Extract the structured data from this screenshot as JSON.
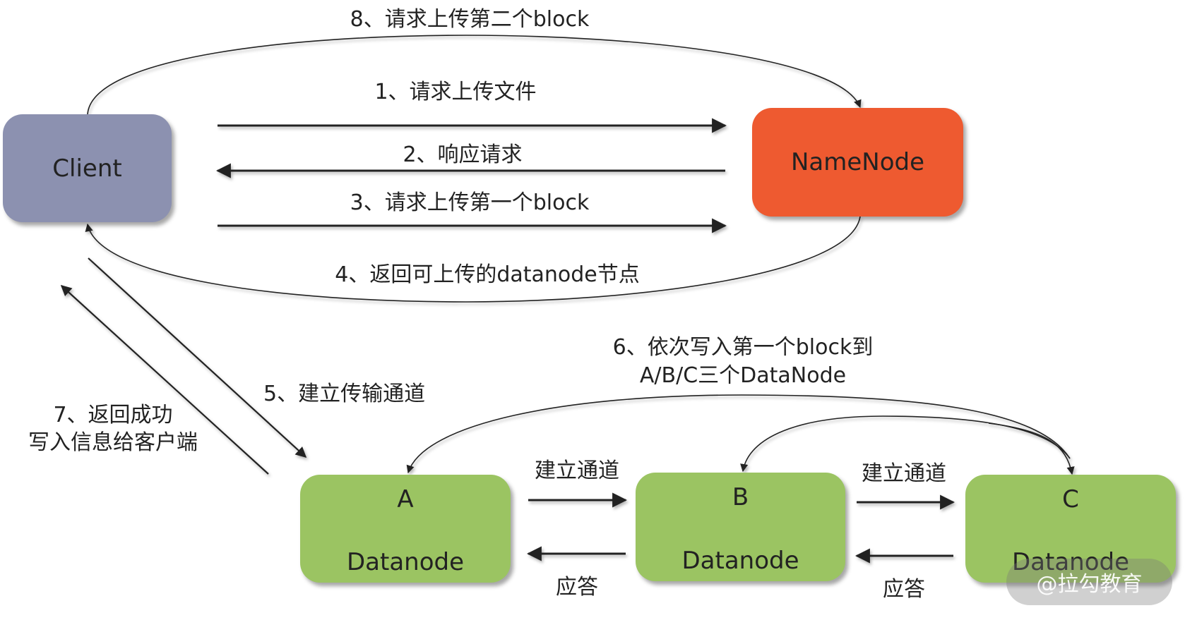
{
  "colors": {
    "client": "#8c91b0",
    "namenode": "#ee5a30",
    "datanode": "#9bc462",
    "edge": "#222222"
  },
  "nodes": {
    "client": {
      "label": "Client"
    },
    "namenode": {
      "label": "NameNode"
    },
    "datanode_a": {
      "letter": "A",
      "label": "Datanode"
    },
    "datanode_b": {
      "letter": "B",
      "label": "Datanode"
    },
    "datanode_c": {
      "letter": "C",
      "label": "Datanode"
    }
  },
  "edges": {
    "step1": {
      "label": "1、请求上传文件",
      "from": "client",
      "to": "namenode"
    },
    "step2": {
      "label": "2、响应请求",
      "from": "namenode",
      "to": "client"
    },
    "step3": {
      "label": "3、请求上传第一个block",
      "from": "client",
      "to": "namenode"
    },
    "step4": {
      "label": "4、返回可上传的datanode节点",
      "from": "namenode",
      "to": "client"
    },
    "step5": {
      "label": "5、建立传输通道",
      "from": "client",
      "to": "datanode_a"
    },
    "step6": {
      "label_line1": "6、依次写入第一个block到",
      "label_line2": "A/B/C三个DataNode",
      "from": "datanode_c",
      "to": [
        "datanode_a",
        "datanode_b"
      ]
    },
    "step7": {
      "label_line1": "7、返回成功",
      "label_line2": "写入信息给客户端",
      "from": "datanode_a",
      "to": "client"
    },
    "step8": {
      "label": "8、请求上传第二个block",
      "from": "client",
      "to": "namenode"
    },
    "a_to_b": {
      "label": "建立通道"
    },
    "b_to_a": {
      "label": "应答"
    },
    "b_to_c": {
      "label": "建立通道"
    },
    "c_to_b": {
      "label": "应答"
    }
  },
  "watermark": "@拉勾教育"
}
